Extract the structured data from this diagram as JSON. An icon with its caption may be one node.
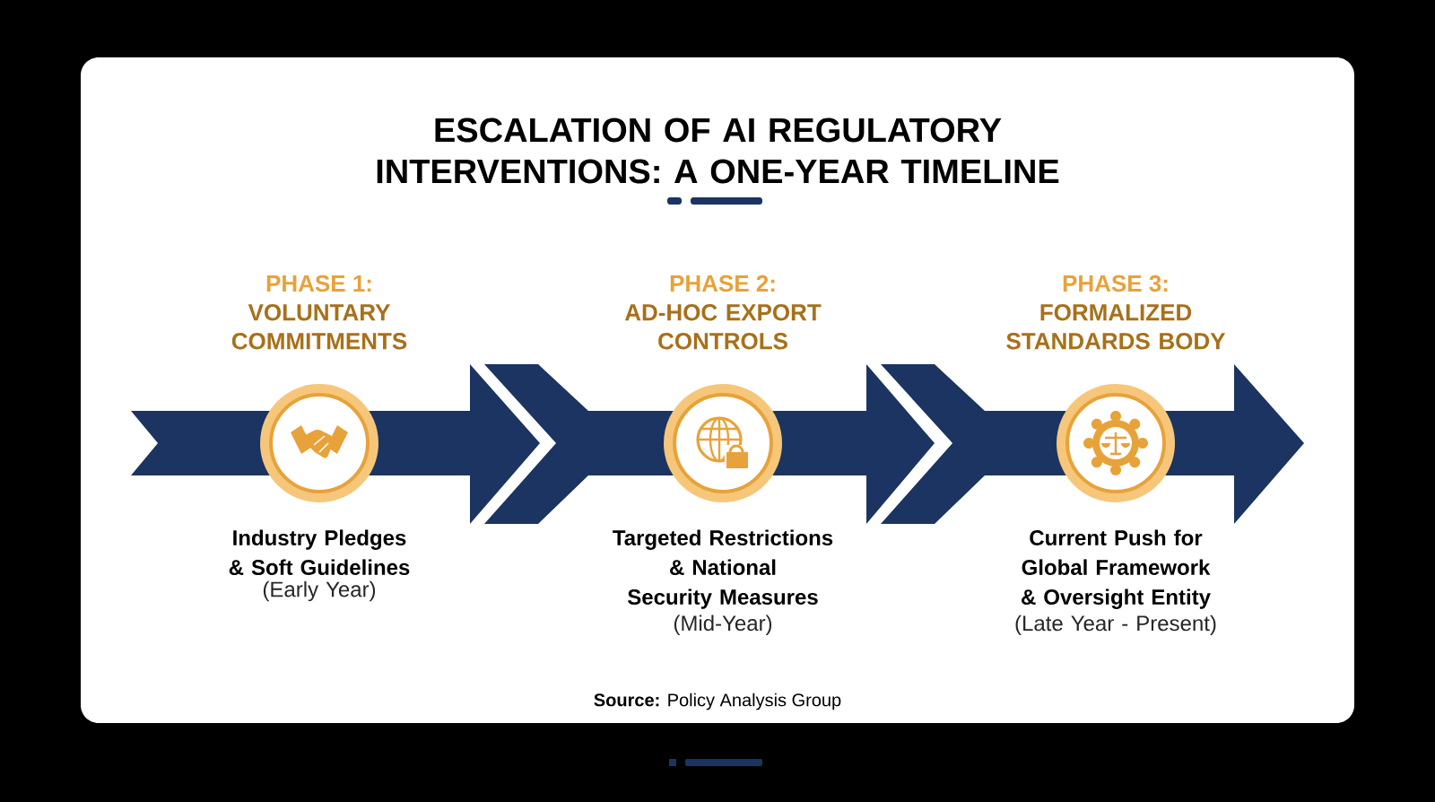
{
  "diagram": {
    "title": "ESCALATION OF AI REGULATORY INTERVENTIONS: A ONE-YEAR TIMELINE",
    "nodes": [
      {
        "text": [
          "PHASE 1:",
          "VOLUNTARY COMMITMENTS",
          "Industry Pledges & Soft Guidelines",
          "(Early Year)"
        ]
      },
      {
        "text": [
          "PHASE 2:",
          "AD-HOC EXPORT CONTROLS",
          "Targeted Restrictions & National Security Measures",
          "(Mid-Year)"
        ]
      },
      {
        "text": [
          "PHASE 3:",
          "FORMALIZED STANDARDS BODY",
          "Current Push for Global Framework & Oversight Entity",
          "(Late Year - Present)"
        ]
      }
    ],
    "caption": "**Source:** Policy Analysis Group"
  }
}
